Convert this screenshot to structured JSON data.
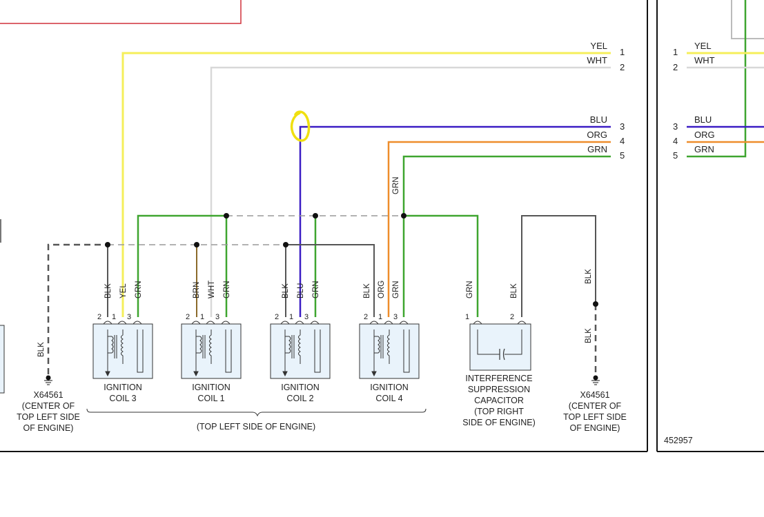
{
  "colors": {
    "yel": "#f5ef5a",
    "wht": "#d8d8d8",
    "blu": "#3a1cc4",
    "org": "#ee8d2b",
    "grn": "#3ea52f",
    "blk": "#555555",
    "brn": "#8a6a2a",
    "red": "#d0303a",
    "coil_fill": "#e9f3fb",
    "mark": "#f0e010"
  },
  "left_panel": {
    "wires": [
      {
        "color": "YEL",
        "pin": "1"
      },
      {
        "color": "WHT",
        "pin": "2"
      },
      {
        "color": "BLU",
        "pin": "3"
      },
      {
        "color": "ORG",
        "pin": "4"
      },
      {
        "color": "GRN",
        "pin": "5"
      }
    ]
  },
  "right_panel": {
    "wires": [
      {
        "color": "YEL",
        "pin": "1"
      },
      {
        "color": "WHT",
        "pin": "2"
      },
      {
        "color": "BLU",
        "pin": "3"
      },
      {
        "color": "ORG",
        "pin": "4"
      },
      {
        "color": "GRN",
        "pin": "5"
      }
    ],
    "diagram_id": "452957"
  },
  "vertical_wire_labels": {
    "grn_riser": "GRN",
    "ground_left": "BLK",
    "ground_right_top": "BLK",
    "ground_right_bottom": "BLK"
  },
  "coils": [
    {
      "name_line1": "IGNITION",
      "name_line2": "COIL 3",
      "wires": [
        "BLK",
        "YEL",
        "GRN"
      ],
      "pins": [
        "2",
        "1",
        "3"
      ]
    },
    {
      "name_line1": "IGNITION",
      "name_line2": "COIL 1",
      "wires": [
        "BRN",
        "WHT",
        "GRN"
      ],
      "pins": [
        "2",
        "1",
        "3"
      ]
    },
    {
      "name_line1": "IGNITION",
      "name_line2": "COIL 2",
      "wires": [
        "BLK",
        "BLU",
        "GRN"
      ],
      "pins": [
        "2",
        "1",
        "3"
      ]
    },
    {
      "name_line1": "IGNITION",
      "name_line2": "COIL 4",
      "wires": [
        "BLK",
        "ORG",
        "GRN"
      ],
      "pins": [
        "2",
        "1",
        "3"
      ]
    }
  ],
  "coils_location": "(TOP LEFT SIDE OF ENGINE)",
  "capacitor": {
    "lines": [
      "INTERFERENCE",
      "SUPPRESSION",
      "CAPACITOR",
      "(TOP RIGHT",
      "SIDE OF ENGINE)"
    ],
    "wires": [
      "GRN",
      "BLK"
    ],
    "pins": [
      "1",
      "2"
    ]
  },
  "ground_left": {
    "lines": [
      "X64561",
      "(CENTER OF",
      "TOP LEFT SIDE",
      "OF ENGINE)"
    ]
  },
  "ground_right": {
    "lines": [
      "X64561",
      "(CENTER OF",
      "TOP LEFT SIDE",
      "OF ENGINE)"
    ]
  }
}
